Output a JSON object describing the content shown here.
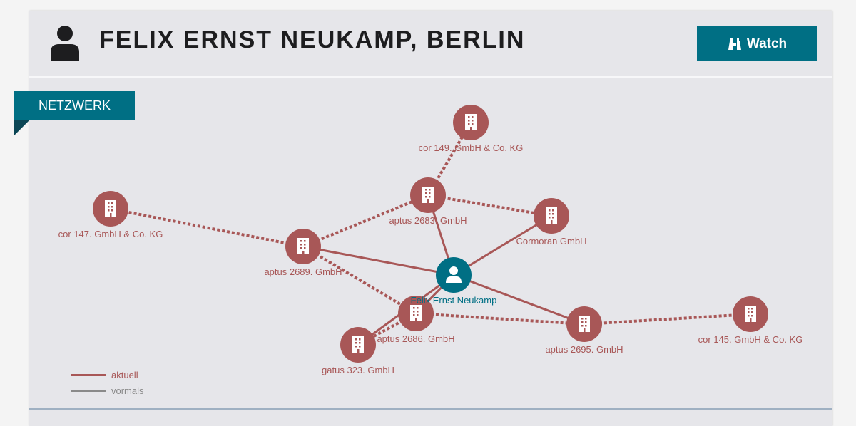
{
  "header": {
    "title": "FELIX ERNST NEUKAMP, BERLIN",
    "watch_label": "Watch"
  },
  "section": {
    "label": "NETZWERK"
  },
  "colors": {
    "accent": "#006f84",
    "company": "#a85757",
    "current": "#a85757",
    "former": "#8a8a8a"
  },
  "legend": {
    "current": "aktuell",
    "former": "vormals"
  },
  "network": {
    "nodes": [
      {
        "id": "p",
        "label": "Felix Ernst Neukamp",
        "type": "person"
      },
      {
        "id": "c2683",
        "label": "aptus 2683. GmbH",
        "type": "company"
      },
      {
        "id": "c149",
        "label": "cor 149. GmbH & Co. KG",
        "type": "company"
      },
      {
        "id": "corm",
        "label": "Cormoran GmbH",
        "type": "company"
      },
      {
        "id": "c2689",
        "label": "aptus 2689. GmbH",
        "type": "company"
      },
      {
        "id": "c147",
        "label": "cor 147. GmbH & Co. KG",
        "type": "company"
      },
      {
        "id": "c2686",
        "label": "aptus 2686. GmbH",
        "type": "company"
      },
      {
        "id": "g323",
        "label": "gatus 323. GmbH",
        "type": "company"
      },
      {
        "id": "c2695",
        "label": "aptus 2695. GmbH",
        "type": "company"
      },
      {
        "id": "c145",
        "label": "cor 145. GmbH & Co. KG",
        "type": "company"
      }
    ],
    "edges": [
      {
        "from": "p",
        "to": "c2689",
        "style": "solid"
      },
      {
        "from": "p",
        "to": "c2683",
        "style": "solid"
      },
      {
        "from": "p",
        "to": "corm",
        "style": "solid"
      },
      {
        "from": "p",
        "to": "c2695",
        "style": "solid"
      },
      {
        "from": "p",
        "to": "c2686",
        "style": "solid"
      },
      {
        "from": "p",
        "to": "g323",
        "style": "solid"
      },
      {
        "from": "c2689",
        "to": "c2683",
        "style": "dotted"
      },
      {
        "from": "c2683",
        "to": "corm",
        "style": "dotted"
      },
      {
        "from": "c2683",
        "to": "c149",
        "style": "dotted"
      },
      {
        "from": "c2689",
        "to": "c147",
        "style": "dotted"
      },
      {
        "from": "c2689",
        "to": "c2686",
        "style": "dotted"
      },
      {
        "from": "c2686",
        "to": "c2695",
        "style": "dotted"
      },
      {
        "from": "c2686",
        "to": "g323",
        "style": "dotted"
      },
      {
        "from": "c2695",
        "to": "c145",
        "style": "dotted"
      }
    ]
  }
}
